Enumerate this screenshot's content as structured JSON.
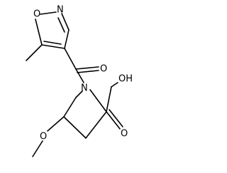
{
  "molecule": {
    "atom_labels": {
      "isoxazole_o": "O",
      "isoxazole_n": "N",
      "amide_o": "O",
      "pyrrolidine_n": "N",
      "acid_oh": "OH",
      "acid_o": "O",
      "methoxy_o": "O"
    },
    "colors": {
      "bond": "#000000",
      "text": "#000000",
      "background": "#ffffff"
    }
  }
}
